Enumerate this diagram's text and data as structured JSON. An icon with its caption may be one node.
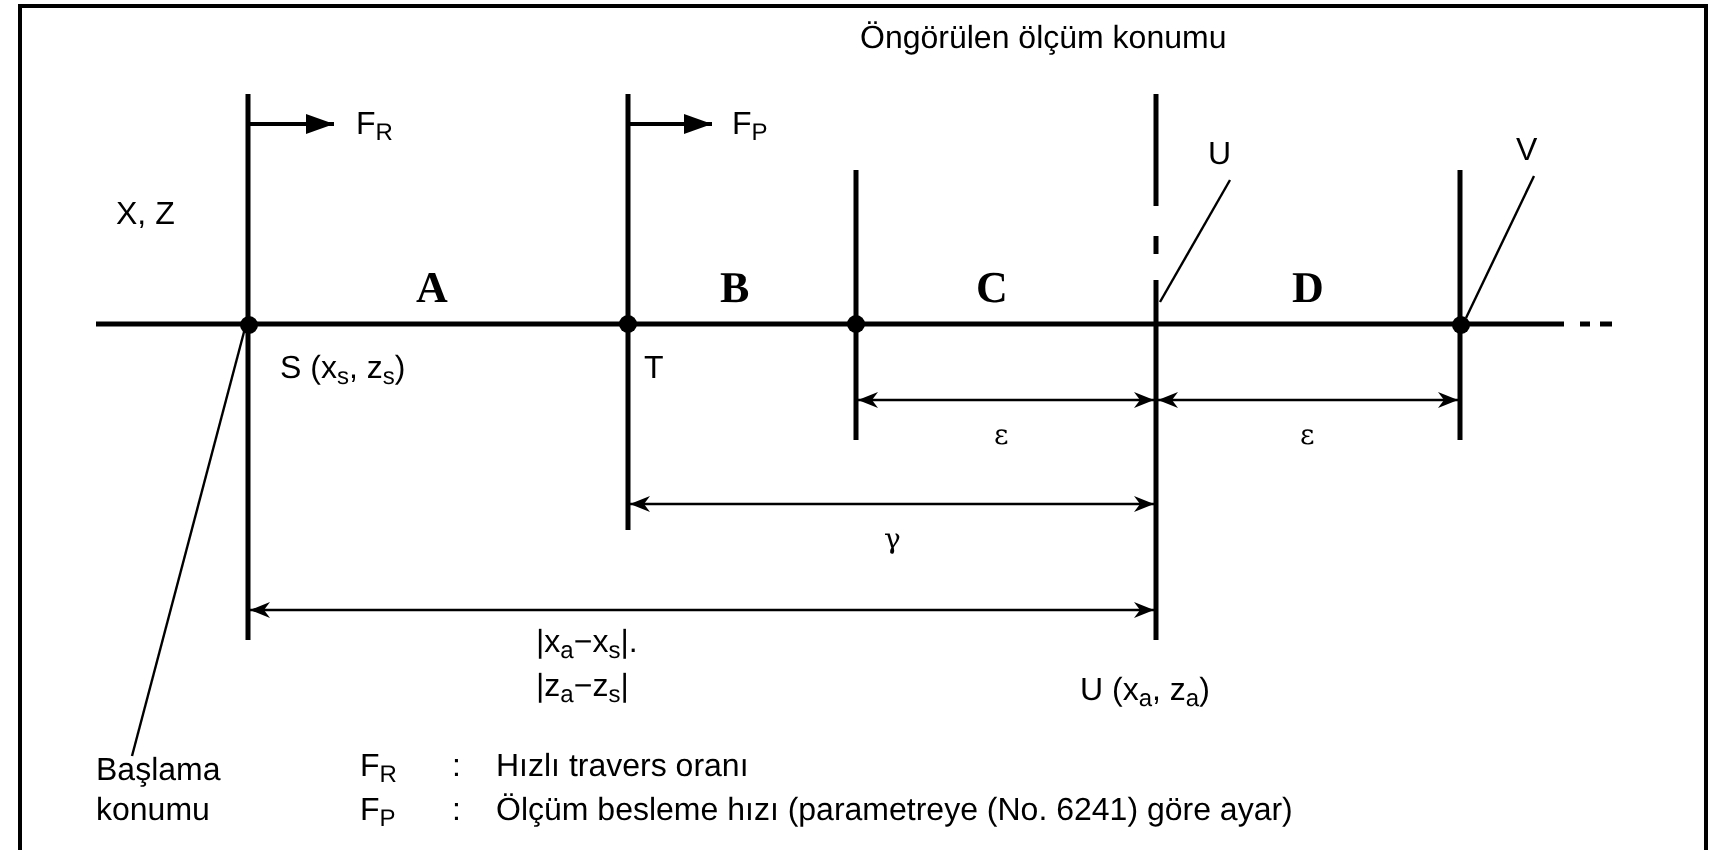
{
  "diagram": {
    "title": "Öngörülen ölçüm konumu",
    "nodes": [
      {
        "text": [
          "Başlama konumu"
        ]
      },
      {
        "text": [],
        "shape": "circle"
      },
      {
        "text": [
          "U"
        ]
      },
      {
        "text": [
          "V"
        ]
      },
      {
        "text": [],
        "shape": "circle"
      }
    ],
    "edges": [
      {
        "from": 0,
        "to": 1,
        "arrow": "none"
      },
      {
        "from": 2,
        "to": null,
        "arrow": "none"
      },
      {
        "from": 3,
        "to": 4,
        "arrow": "none"
      }
    ],
    "labels": [
      "F$_{R}$",
      "F$_{P}$",
      "X, Z",
      "A",
      "B",
      "C",
      "D",
      "S (x$_{s}$, z$_{s}$)",
      "T",
      "ε",
      "ε",
      "γ",
      "|x$_{a}$−x$_{s}$|.",
      "|z$_{a}$−z$_{s}$|",
      "U (x$_{a}$, z$_{a}$)",
      "F$_{R}$",
      ":",
      "Hızlı travers oranı",
      "F$_{P}$",
      ":",
      "Ölçüm besleme hızı (parametreye (No. 6241) göre ayar)"
    ]
  }
}
